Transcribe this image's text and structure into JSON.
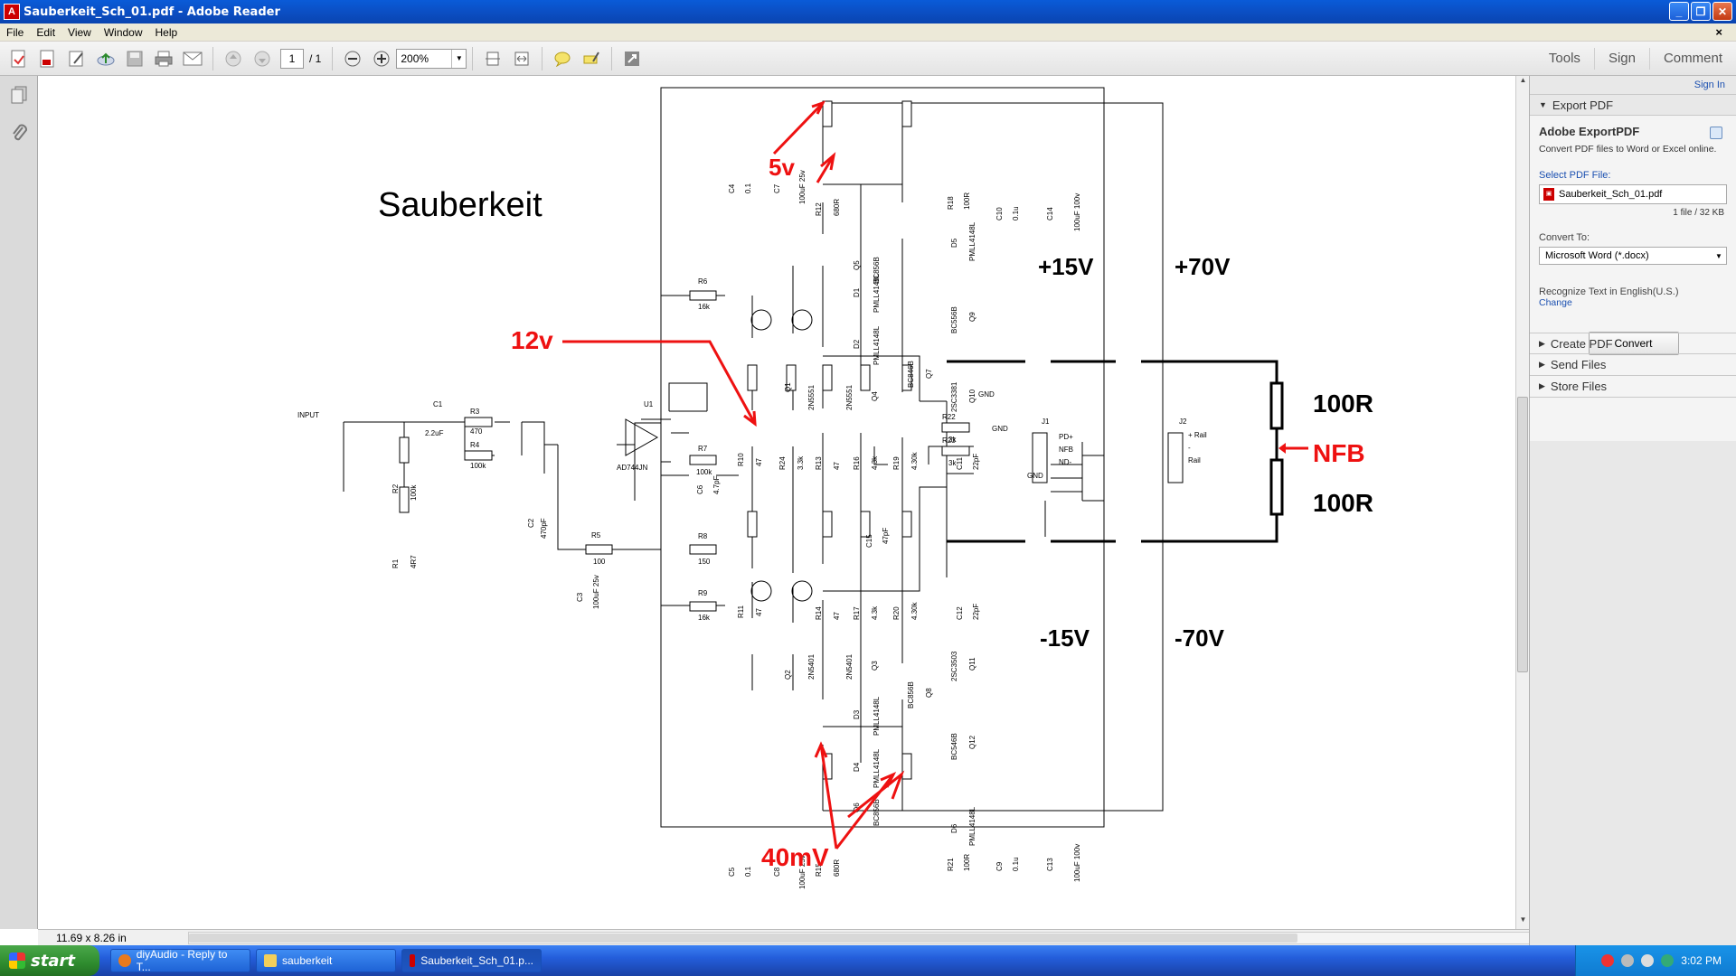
{
  "window": {
    "title": "Sauberkeit_Sch_01.pdf - Adobe Reader",
    "doc_close": "×"
  },
  "menu": [
    "File",
    "Edit",
    "View",
    "Window",
    "Help"
  ],
  "toolbar": {
    "page_current": "1",
    "page_total": "/ 1",
    "zoom": "200%",
    "right_tabs": [
      "Tools",
      "Sign",
      "Comment"
    ]
  },
  "document": {
    "schematic_title": "Sauberkeit",
    "annotations": {
      "v5": "5v",
      "v12": "12v",
      "mv40": "40mV",
      "nfb": "NFB",
      "r_top": "100R",
      "r_bottom": "100R"
    },
    "rail_labels": {
      "pos15": "+15V",
      "pos70": "+70V",
      "neg15": "-15V",
      "neg70": "-70V"
    },
    "connector_labels": [
      "PD+",
      "NFB",
      "ND-"
    ],
    "rail_conn": [
      "+ Rail",
      "-",
      "Rail"
    ],
    "components": {
      "input": "INPUT",
      "c1": "C1",
      "c1v": "2.2uF",
      "r3": "R3",
      "r3v": "470",
      "r4": "R4",
      "r4v": "100k",
      "r2": "R2",
      "r2v": "100k",
      "r1": "R1",
      "r1v": "4R7",
      "c2": "C2",
      "c2v": "470pF",
      "u1": "U1",
      "u1v": "AD744JN",
      "c6": "C6",
      "c6v": "4.7pF",
      "c3": "C3",
      "c3v": "100uF 25v",
      "r5": "R5",
      "r5v": "100",
      "r6": "R6",
      "r6v": "16k",
      "r7": "R7",
      "r7v": "100k",
      "r8": "R8",
      "r8v": "150",
      "r9": "R9",
      "r9v": "16k",
      "q1": "Q1",
      "q1v": "2N5551",
      "q2": "Q2",
      "q2v": "2N5401",
      "q3": "Q3",
      "q3v": "2N5401",
      "q4": "Q4",
      "q4v": "2N5551",
      "r10": "R10",
      "r10v": "47",
      "r11": "R11",
      "r11v": "47",
      "r13": "R13",
      "r13v": "47",
      "r14": "R14",
      "r14v": "47",
      "r24": "R24",
      "r24v": "3.3k",
      "c15": "C15",
      "c15v": "47pF",
      "r16": "R16",
      "r16v": "4.3k",
      "r17": "R17",
      "r17v": "4.3k",
      "r19": "R19",
      "r19v": "4.30k",
      "r20": "R20",
      "r20v": "4.30k",
      "c11": "C11",
      "c11v": "22pF",
      "c12": "C12",
      "c12v": "22pF",
      "r22": "R22",
      "r22v": "3k",
      "r23": "R23",
      "r23v": "3k",
      "r12": "R12",
      "r12v": "680R",
      "r15": "R15",
      "r15v": "680R",
      "r18": "R18",
      "r18v": "100R",
      "r21": "R21",
      "r21v": "100R",
      "q5": "Q5",
      "q5v": "BC856B",
      "q6": "Q6",
      "q6v": "BC856B",
      "q7": "Q7",
      "q7v": "BC846B",
      "q8": "Q8",
      "q8v": "BC856B",
      "q9": "Q9",
      "q9v": "BC556B",
      "q10": "Q10",
      "q10v": "2SC3381",
      "q11": "Q11",
      "q11v": "2SC3503",
      "q12": "Q12",
      "q12v": "BC546B",
      "d1": "D1",
      "d2": "D2",
      "d3": "D3",
      "d4": "D4",
      "d5": "D5",
      "d6": "D6",
      "dv": "PMLL4148L",
      "c4": "C4",
      "c4v": "0.1",
      "c5": "C5",
      "c5v": "0.1",
      "c7": "C7",
      "c7v": "100uF 25v",
      "c8": "C8",
      "c8v": "100uF 25v",
      "c9": "C9",
      "c9v": "0.1u",
      "c10": "C10",
      "c10v": "0.1u",
      "c13": "C13",
      "c13v": "100uF 100v",
      "c14": "C14",
      "c14v": "100uF 100v",
      "j1": "J1",
      "j2": "J2",
      "gnd": "GND"
    }
  },
  "status": {
    "page_size": "11.69 x 8.26 in"
  },
  "right_pane": {
    "sign_in": "Sign In",
    "export_pdf": "Export PDF",
    "adobe_exportpdf": "Adobe ExportPDF",
    "convert_desc": "Convert PDF files to Word or Excel online.",
    "select_label": "Select PDF File:",
    "selected_file": "Sauberkeit_Sch_01.pdf",
    "file_count": "1 file / 32 KB",
    "convert_to_label": "Convert To:",
    "convert_to_value": "Microsoft Word (*.docx)",
    "recognize": "Recognize Text in English(U.S.)",
    "change": "Change",
    "convert_button": "Convert",
    "create_pdf": "Create PDF",
    "send_files": "Send Files",
    "store_files": "Store Files"
  },
  "taskbar": {
    "start": "start",
    "tasks": [
      "diyAudio - Reply to T...",
      "sauberkeit",
      "Sauberkeit_Sch_01.p..."
    ],
    "clock": "3:02 PM"
  },
  "colors": {
    "accent_red": "#ee1111",
    "title_blue": "#0b4fc4",
    "taskbar_blue": "#245edb"
  }
}
